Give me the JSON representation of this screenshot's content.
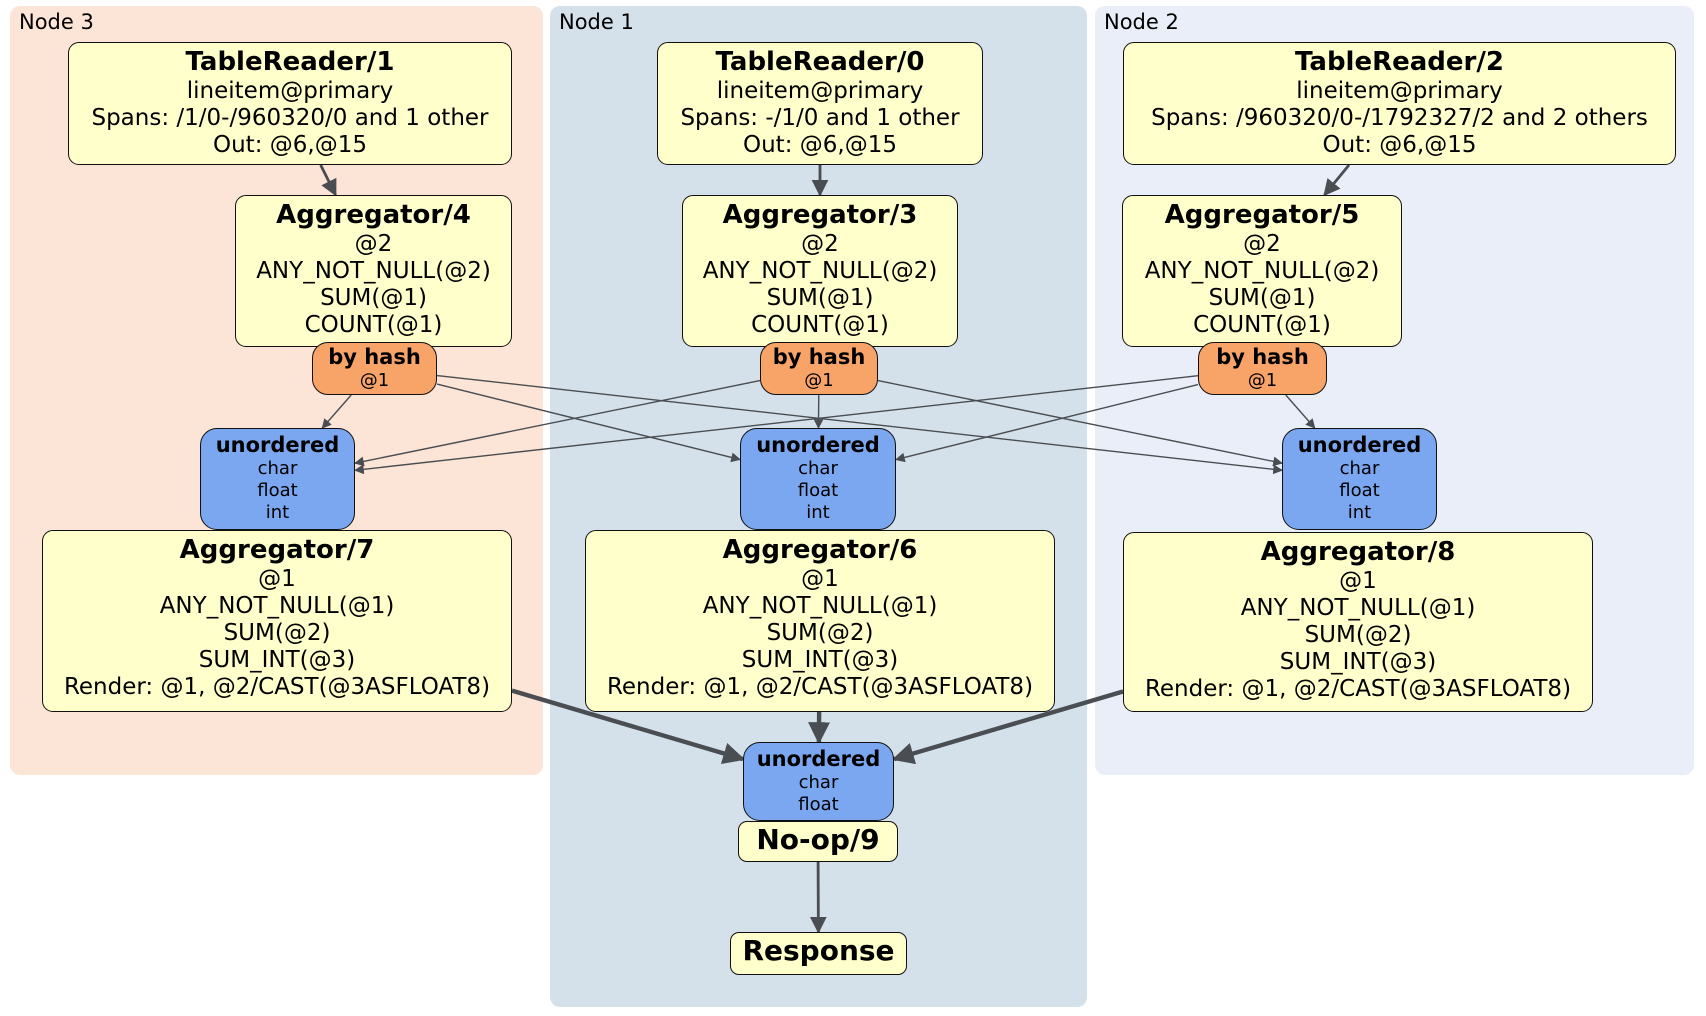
{
  "regions": [
    {
      "key": "node3",
      "label": "Node 3"
    },
    {
      "key": "node1",
      "label": "Node 1"
    },
    {
      "key": "node2",
      "label": "Node 2"
    }
  ],
  "nodes": {
    "tr1": {
      "title": "TableReader/1",
      "lines": [
        "lineitem@primary",
        "Spans: /1/0-/960320/0 and 1 other",
        "Out: @6,@15"
      ]
    },
    "tr0": {
      "title": "TableReader/0",
      "lines": [
        "lineitem@primary",
        "Spans: -/1/0 and 1 other",
        "Out: @6,@15"
      ]
    },
    "tr2": {
      "title": "TableReader/2",
      "lines": [
        "lineitem@primary",
        "Spans: /960320/0-/1792327/2 and 2 others",
        "Out: @6,@15"
      ]
    },
    "agg4": {
      "title": "Aggregator/4",
      "lines": [
        "@2",
        "ANY_NOT_NULL(@2)",
        "SUM(@1)",
        "COUNT(@1)"
      ]
    },
    "agg3": {
      "title": "Aggregator/3",
      "lines": [
        "@2",
        "ANY_NOT_NULL(@2)",
        "SUM(@1)",
        "COUNT(@1)"
      ]
    },
    "agg5": {
      "title": "Aggregator/5",
      "lines": [
        "@2",
        "ANY_NOT_NULL(@2)",
        "SUM(@1)",
        "COUNT(@1)"
      ]
    },
    "hashL": {
      "title": "by hash",
      "lines": [
        "@1"
      ]
    },
    "hashC": {
      "title": "by hash",
      "lines": [
        "@1"
      ]
    },
    "hashR": {
      "title": "by hash",
      "lines": [
        "@1"
      ]
    },
    "unoL": {
      "title": "unordered",
      "lines": [
        "char",
        "float",
        "int"
      ]
    },
    "unoC": {
      "title": "unordered",
      "lines": [
        "char",
        "float",
        "int"
      ]
    },
    "unoR": {
      "title": "unordered",
      "lines": [
        "char",
        "float",
        "int"
      ]
    },
    "agg7": {
      "title": "Aggregator/7",
      "lines": [
        "@1",
        "ANY_NOT_NULL(@1)",
        "SUM(@2)",
        "SUM_INT(@3)",
        "Render: @1, @2/CAST(@3ASFLOAT8)"
      ]
    },
    "agg6": {
      "title": "Aggregator/6",
      "lines": [
        "@1",
        "ANY_NOT_NULL(@1)",
        "SUM(@2)",
        "SUM_INT(@3)",
        "Render: @1, @2/CAST(@3ASFLOAT8)"
      ]
    },
    "agg8": {
      "title": "Aggregator/8",
      "lines": [
        "@1",
        "ANY_NOT_NULL(@1)",
        "SUM(@2)",
        "SUM_INT(@3)",
        "Render: @1, @2/CAST(@3ASFLOAT8)"
      ]
    },
    "unoF": {
      "title": "unordered",
      "lines": [
        "char",
        "float"
      ]
    },
    "noop": {
      "title": "No-op/9"
    },
    "resp": {
      "title": "Response"
    }
  },
  "edges": [
    {
      "from": "node-tablereader-1",
      "to": "node-aggregator-4",
      "kind": "med"
    },
    {
      "from": "node-tablereader-0",
      "to": "node-aggregator-3",
      "kind": "med"
    },
    {
      "from": "node-tablereader-2",
      "to": "node-aggregator-5",
      "kind": "med"
    },
    {
      "from": "router-by-hash-left",
      "to": "sync-unordered-left",
      "kind": "thin"
    },
    {
      "from": "router-by-hash-left",
      "to": "sync-unordered-center",
      "kind": "thin"
    },
    {
      "from": "router-by-hash-left",
      "to": "sync-unordered-right",
      "kind": "thin"
    },
    {
      "from": "router-by-hash-center",
      "to": "sync-unordered-left",
      "kind": "thin"
    },
    {
      "from": "router-by-hash-center",
      "to": "sync-unordered-center",
      "kind": "thin"
    },
    {
      "from": "router-by-hash-center",
      "to": "sync-unordered-right",
      "kind": "thin"
    },
    {
      "from": "router-by-hash-right",
      "to": "sync-unordered-left",
      "kind": "thin"
    },
    {
      "from": "router-by-hash-right",
      "to": "sync-unordered-center",
      "kind": "thin"
    },
    {
      "from": "router-by-hash-right",
      "to": "sync-unordered-right",
      "kind": "thin"
    },
    {
      "from": "node-aggregator-7",
      "to": "sync-unordered-final",
      "kind": "thick"
    },
    {
      "from": "node-aggregator-6",
      "to": "sync-unordered-final",
      "kind": "thick"
    },
    {
      "from": "node-aggregator-8",
      "to": "sync-unordered-final",
      "kind": "thick"
    },
    {
      "from": "node-no-op-9",
      "to": "node-response",
      "kind": "med"
    }
  ],
  "colors": {
    "node3_bg": "#fce4d6",
    "node1_bg": "#d4e1ea",
    "node2_bg": "#e9eef8",
    "processor_bg": "#ffffcc",
    "router_bg": "#f8a468",
    "sync_bg": "#7aa7f0",
    "edge": "#4a4d51"
  }
}
